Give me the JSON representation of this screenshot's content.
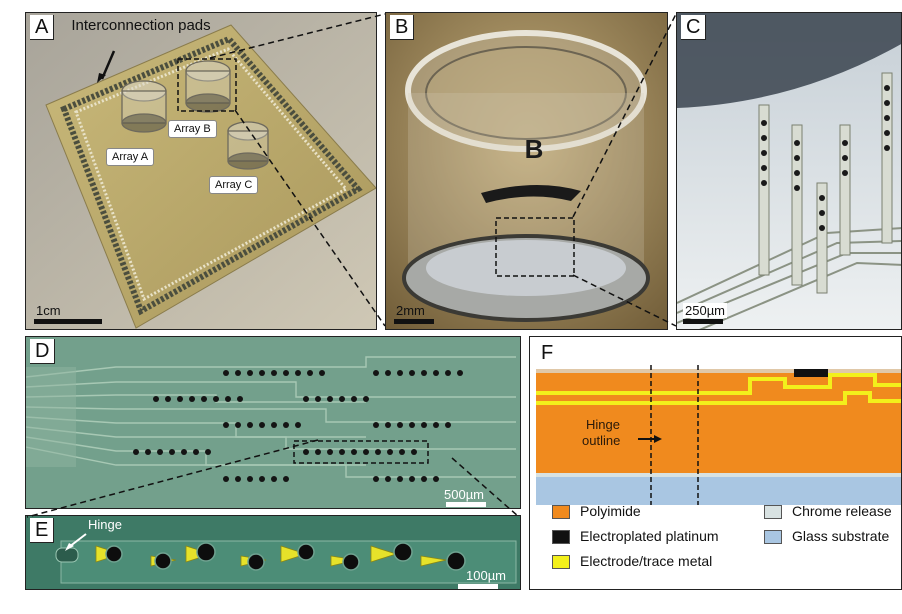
{
  "figure": {
    "panels": {
      "a": {
        "label": "A",
        "callout_title": "Interconnection pads",
        "arrays": [
          "Array A",
          "Array B",
          "Array C"
        ],
        "scale": "1cm"
      },
      "b": {
        "label": "B",
        "vial_letter": "B",
        "scale": "2mm"
      },
      "c": {
        "label": "C",
        "scale": "250µm"
      },
      "d": {
        "label": "D",
        "scale": "500µm"
      },
      "e": {
        "label": "E",
        "hinge_label": "Hinge",
        "scale": "100µm"
      },
      "f": {
        "label": "F",
        "hinge_outline": [
          "Hinge",
          "outline"
        ]
      }
    },
    "legend": [
      {
        "label": "Polyimide",
        "color": "#f08a1e"
      },
      {
        "label": "Chrome release",
        "color": "#d8e2e2"
      },
      {
        "label": "Electroplated platinum",
        "color": "#111111"
      },
      {
        "label": "Glass substrate",
        "color": "#a9c6e2"
      },
      {
        "label": "Electrode/trace metal",
        "color": "#f3f01b"
      }
    ]
  }
}
